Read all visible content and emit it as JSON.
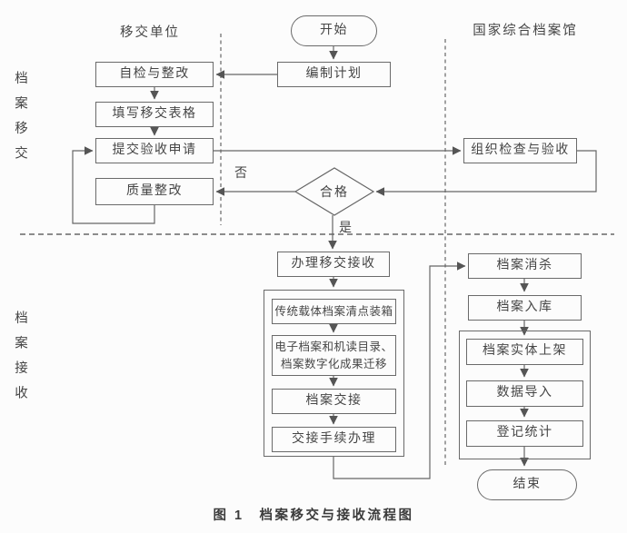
{
  "diagram": {
    "caption": "图 1　档案移交与接收流程图",
    "lanes": {
      "left_header": "移交单位",
      "right_header": "国家综合档案馆",
      "phase_top": "档案移交",
      "phase_bottom": "档案接收"
    },
    "nodes": {
      "start": "开始",
      "plan": "编制计划",
      "self_check": "自检与整改",
      "fill_form": "填写移交表格",
      "submit_application": "提交验收申请",
      "quality_rectify": "质量整改",
      "inspect_accept": "组织检查与验收",
      "qualified": "合格",
      "handle_transfer": "办理移交接收",
      "traditional_pack": "传统载体档案清点装箱",
      "digital_migrate": "电子档案和机读目录、档案数字化成果迁移",
      "archive_handover": "档案交接",
      "handover_procedure": "交接手续办理",
      "disinfect": "档案消杀",
      "warehouse": "档案入库",
      "shelve": "档案实体上架",
      "data_import": "数据导入",
      "register_stats": "登记统计",
      "end": "结束"
    },
    "edge_labels": {
      "no": "否",
      "yes": "是"
    },
    "colors": {
      "line": "#666666",
      "text": "#454545",
      "background": "#fcfcfc"
    }
  }
}
